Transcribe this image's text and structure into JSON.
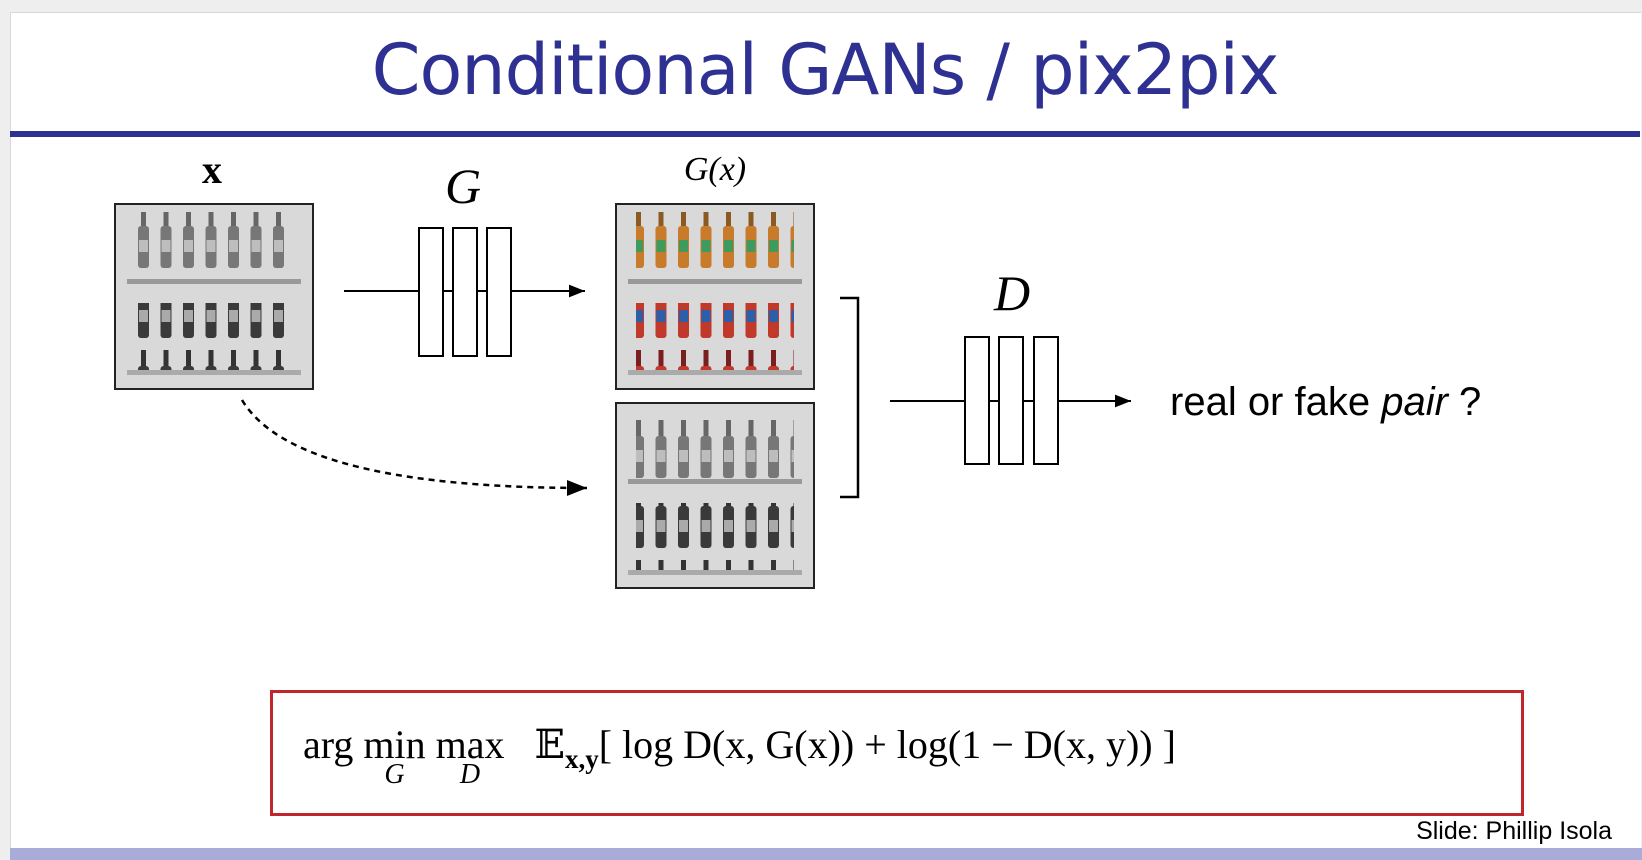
{
  "slide": {
    "title": "Conditional GANs / pix2pix",
    "caption": "Slide: Phillip Isola"
  },
  "diagram": {
    "input_label": "x",
    "generator_label": "G",
    "output_label": "G(x)",
    "discriminator_label": "D",
    "result_text_prefix": "real or fake ",
    "result_text_emph": "pair",
    "result_text_suffix": " ?"
  },
  "loss": {
    "arg": "arg",
    "min": "min",
    "min_sub": "G",
    "max": "max",
    "max_sub": "D",
    "expectation": "𝔼",
    "expectation_sub": "x,y",
    "body": "[  log D(x, G(x)) + log(1 − D(x, y))  ]"
  },
  "colors": {
    "title": "#2e3192",
    "rule": "#2e3192",
    "loss_border": "#c0272d",
    "bottom_bar": "#a9acd9"
  }
}
